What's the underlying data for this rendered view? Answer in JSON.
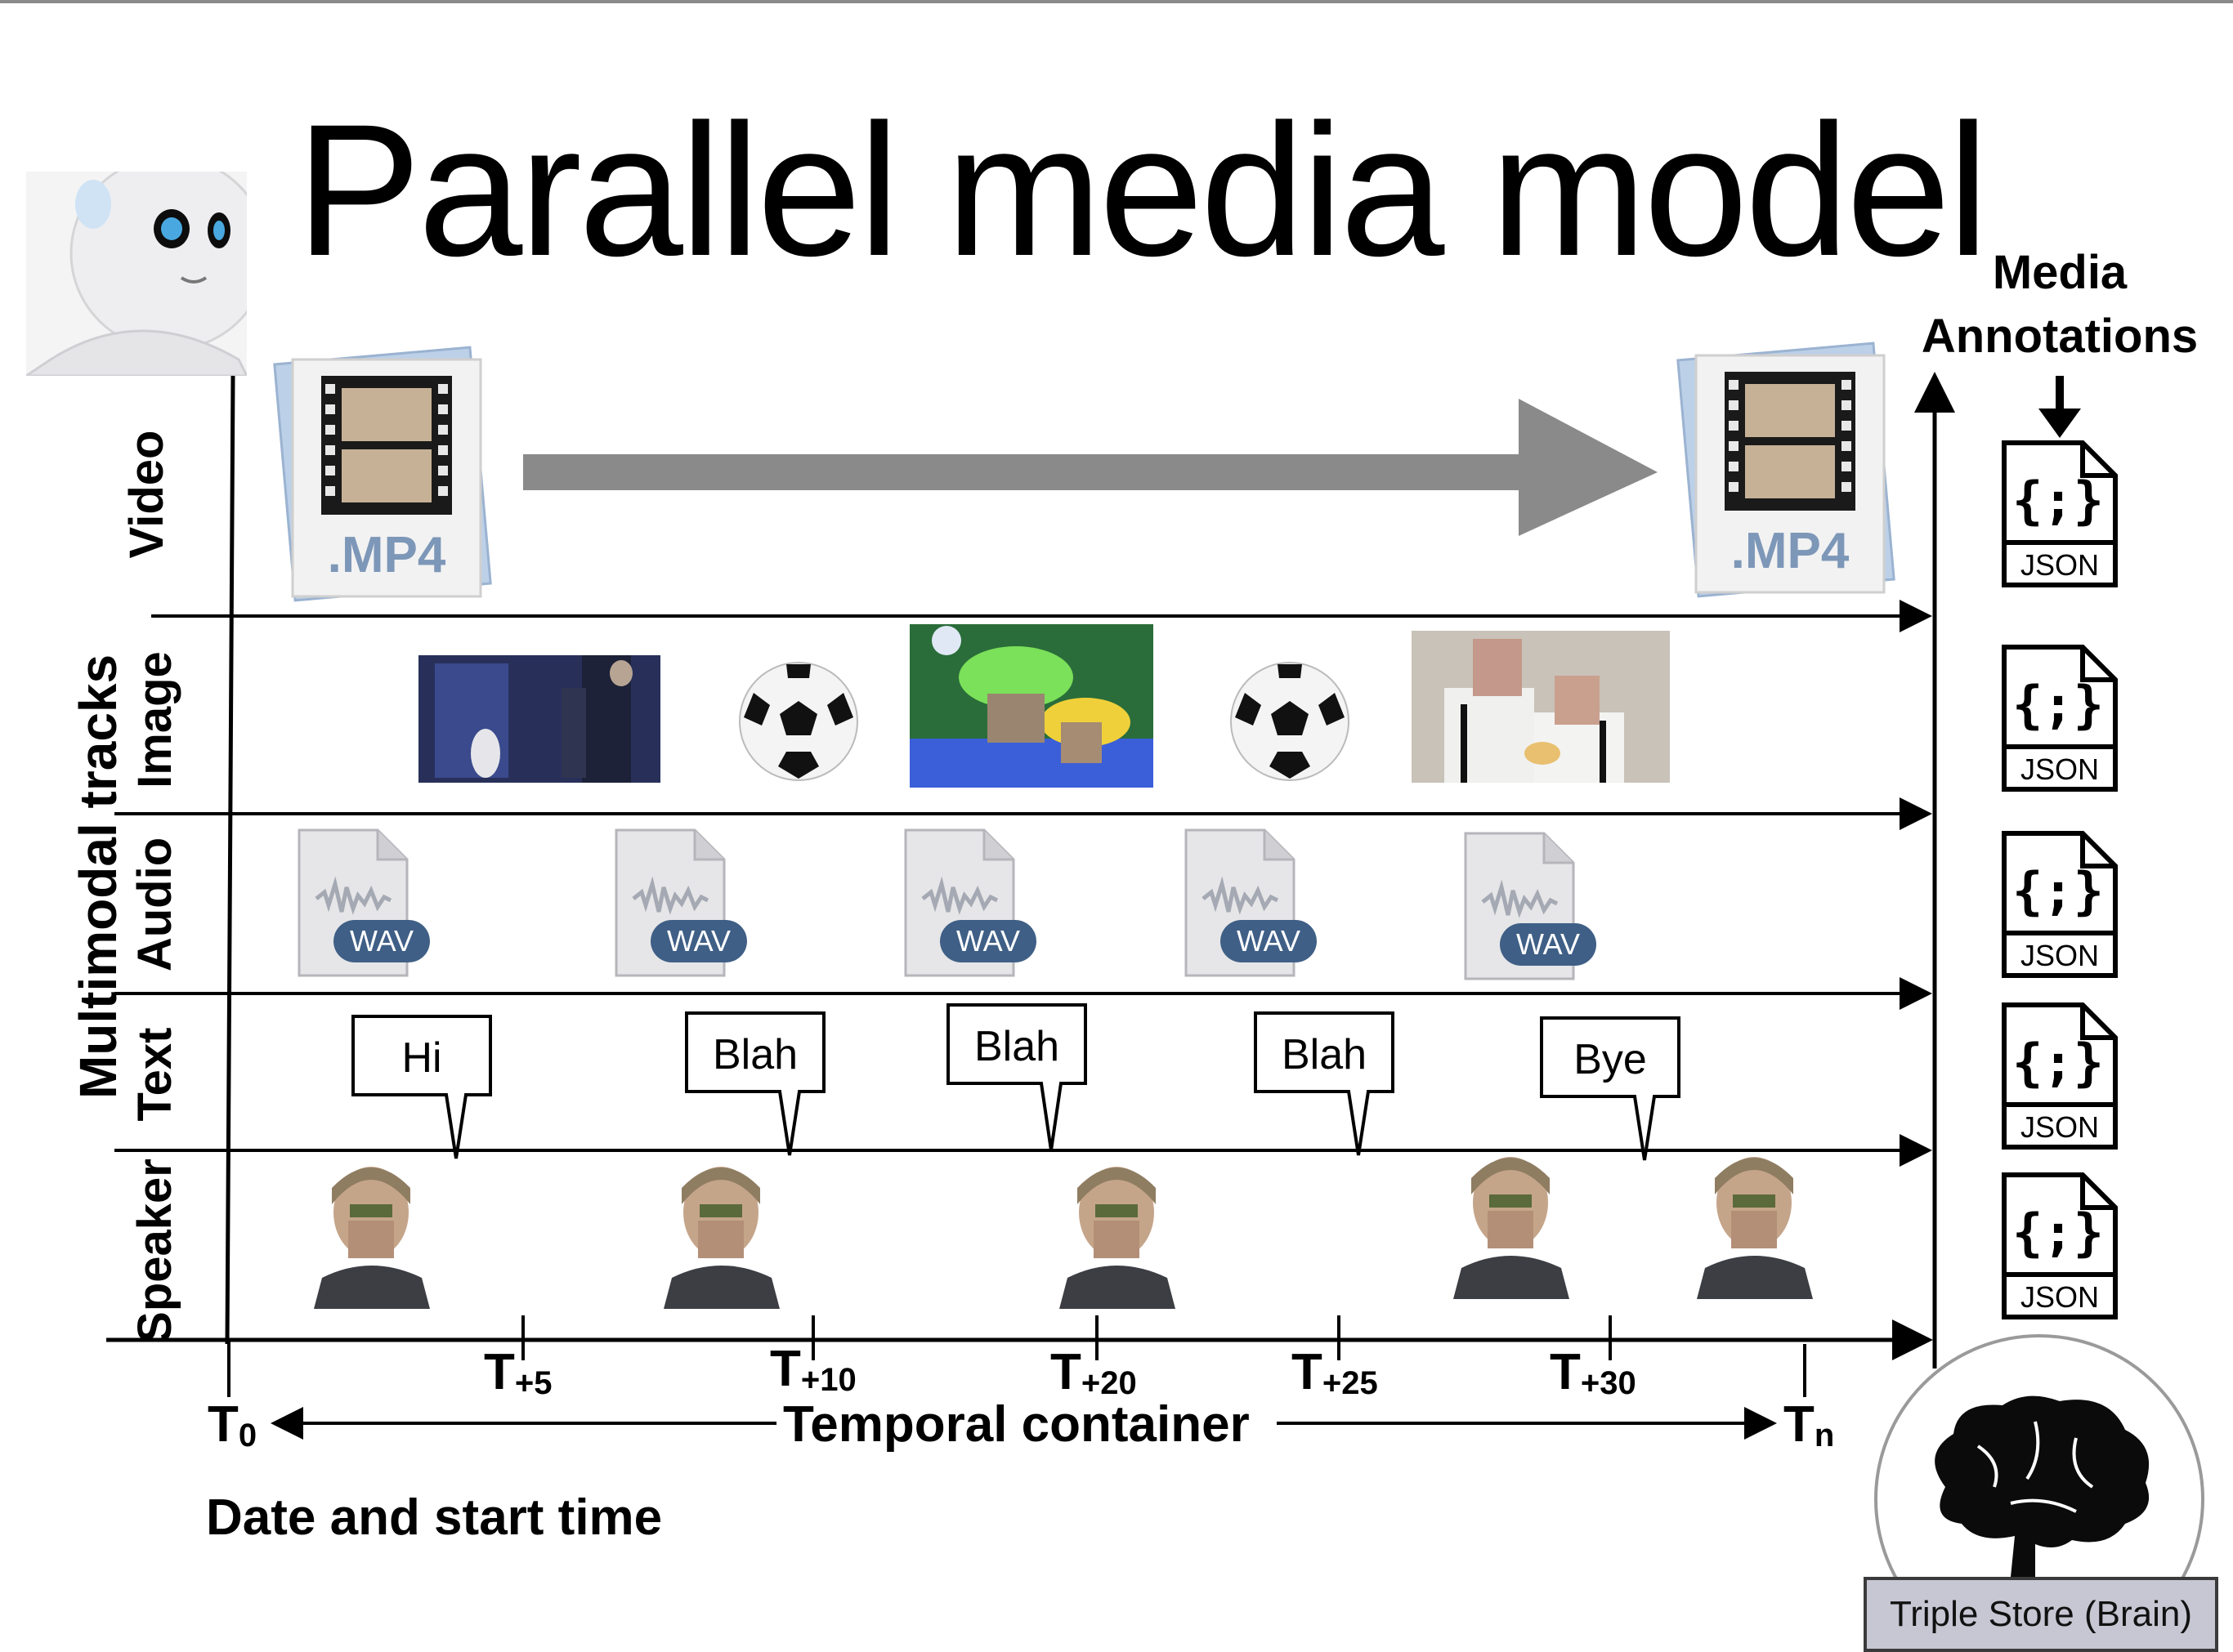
{
  "title": "Parallel media model",
  "y_axis_label": "Multimodal tracks",
  "tracks": [
    {
      "label": "Video"
    },
    {
      "label": "Image"
    },
    {
      "label": "Audio"
    },
    {
      "label": "Text"
    },
    {
      "label": "Speaker"
    }
  ],
  "video": {
    "file_label": ".MP4"
  },
  "audio": {
    "file_label": "WAV"
  },
  "text_bubbles": [
    "Hi",
    "Blah",
    "Blah",
    "Blah",
    "Bye"
  ],
  "annotations": {
    "heading_line1": "Media",
    "heading_line2": "Annotations",
    "file_label": "JSON",
    "icon_glyph": "{;}"
  },
  "timeline": {
    "start": "T",
    "start_sub": "0",
    "end": "T",
    "end_sub": "n",
    "ticks": [
      {
        "t": "T",
        "sub": "+5"
      },
      {
        "t": "T",
        "sub": "+10"
      },
      {
        "t": "T",
        "sub": "+20"
      },
      {
        "t": "T",
        "sub": "+25"
      },
      {
        "t": "T",
        "sub": "+30"
      }
    ],
    "container_label": "Temporal container",
    "date_label": "Date and start time"
  },
  "brain": {
    "label": "Triple Store (Brain)"
  },
  "colors": {
    "arrow_gray": "#8a8a8a",
    "wav_badge": "#3f5f86",
    "triple_store_bg": "#c7c6d3"
  }
}
